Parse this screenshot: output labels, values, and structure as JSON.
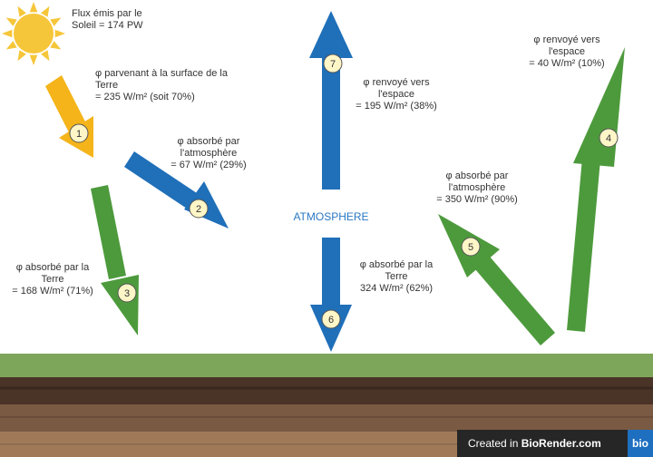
{
  "sun_text": [
    "Flux émis par le",
    "Soleil = 174 PW"
  ],
  "atmosphere_label": "ATMOSPHERE",
  "flows": [
    {
      "num": "1",
      "color": "#f4b41a",
      "lines": [
        "φ parvenant à la surface de la",
        "Terre",
        "= 235 W/m² (soit 70%)"
      ]
    },
    {
      "num": "2",
      "color": "#1f6fb9",
      "lines": [
        "φ absorbé par",
        "l'atmosphère",
        "= 67 W/m² (29%)"
      ]
    },
    {
      "num": "3",
      "color": "#4d9a3c",
      "lines": [
        "φ absorbé par la",
        "Terre",
        "= 168 W/m² (71%)"
      ]
    },
    {
      "num": "4",
      "color": "#4d9a3c",
      "lines": [
        "φ renvoyé vers",
        "l'espace",
        "= 40 W/m² (10%)"
      ]
    },
    {
      "num": "5",
      "color": "#4d9a3c",
      "lines": [
        "φ absorbé par",
        "l'atmosphère",
        "= 350 W/m² (90%)"
      ]
    },
    {
      "num": "6",
      "color": "#1f6fb9",
      "lines": [
        "φ absorbé par la",
        "Terre",
        "324 W/m² (62%)"
      ]
    },
    {
      "num": "7",
      "color": "#1f6fb9",
      "lines": [
        "φ renvoyé vers",
        "l'espace",
        "= 195 W/m² (38%)"
      ]
    }
  ],
  "colors": {
    "sun": "#f6c63a",
    "grass": "#7ea65a",
    "soil_dark": "#4a3428",
    "soil_mid": "#7a5a43",
    "soil_light": "#a07a58",
    "text": "#333333",
    "atmosphere": "#2a78c2"
  },
  "badge": {
    "prefix": "Created in",
    "brand": "BioRender.com",
    "logo": "bio"
  }
}
